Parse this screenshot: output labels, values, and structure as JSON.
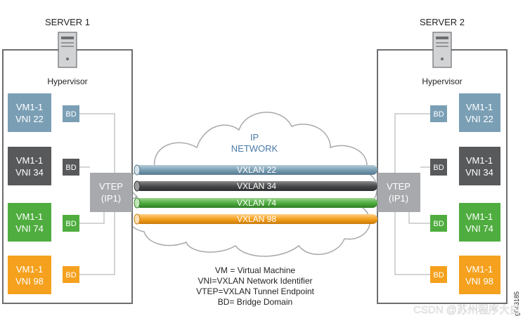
{
  "servers": [
    {
      "title": "SERVER 1",
      "hypervisor": "Hypervisor",
      "vtep_line1": "VTEP",
      "vtep_line2": "(IP1)",
      "vms": [
        {
          "line1": "VM1-1",
          "line2": "VNI 22",
          "bd": "BD",
          "color": "#7a9fb5"
        },
        {
          "line1": "VM1-1",
          "line2": "VNI 34",
          "bd": "BD",
          "color": "#58595b"
        },
        {
          "line1": "VM1-1",
          "line2": "VNI 74",
          "bd": "BD",
          "color": "#4fad3f"
        },
        {
          "line1": "VM1-1",
          "line2": "VNI 98",
          "bd": "BD",
          "color": "#f5a11e"
        }
      ]
    },
    {
      "title": "SERVER 2",
      "hypervisor": "Hypervisor",
      "vtep_line1": "VTEP",
      "vtep_line2": "(IP1)",
      "vms": [
        {
          "line1": "VM1-1",
          "line2": "VNI 22",
          "bd": "BD",
          "color": "#7a9fb5"
        },
        {
          "line1": "VM1-1",
          "line2": "VNI 34",
          "bd": "BD",
          "color": "#58595b"
        },
        {
          "line1": "VM1-1",
          "line2": "VNI 74",
          "bd": "BD",
          "color": "#4fad3f"
        },
        {
          "line1": "VM1-1",
          "line2": "VNI 98",
          "bd": "BD",
          "color": "#f5a11e"
        }
      ]
    }
  ],
  "network": {
    "line1": "IP",
    "line2": "NETWORK",
    "color": "#4a7aa8"
  },
  "tunnels": [
    {
      "label": "VXLAN 22",
      "color": "#7a9fb5"
    },
    {
      "label": "VXLAN 34",
      "color": "#58595b"
    },
    {
      "label": "VXLAN 74",
      "color": "#4fad3f"
    },
    {
      "label": "VXLAN 98",
      "color": "#f5a11e"
    }
  ],
  "legend": [
    "VM = Virtual Machine",
    "VNI=VXLAN Network Identifier",
    "VTEP=VXLAN Tunnel Endpoint",
    "BD= Bridge Domain"
  ],
  "figure_id": "g043185",
  "watermark": "CSDN @苏州程序大白",
  "colors": {
    "frame": "#6d6e71",
    "vtep": "#a7a9ac",
    "line": "#a7a9ac",
    "cloud": "#ffffff"
  }
}
